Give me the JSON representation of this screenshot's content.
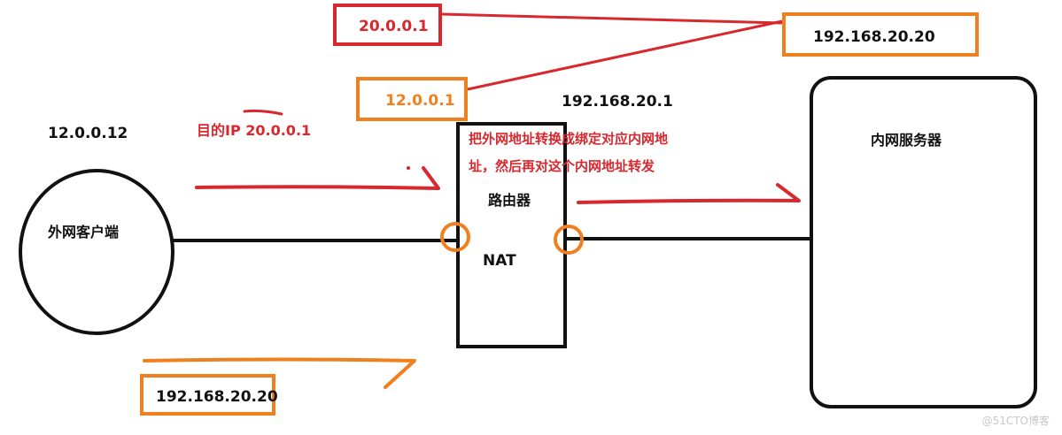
{
  "colors": {
    "black": "#111111",
    "red": "#d8282e",
    "orange": "#f07f1e",
    "watermark": "#c8c8c8"
  },
  "labels": {
    "client_ip": "12.0.0.12",
    "client_name": "外网客户端",
    "dest_ip_note": "目的IP 20.0.0.1",
    "router_inner_ip": "192.168.20.1",
    "router_name": "路由器",
    "router_nat": "NAT",
    "translate_note_line1": "把外网地址转换成绑定对应内网地",
    "translate_note_line2": "址，然后再对这个内网地址转发",
    "server_name": "内网服务器"
  },
  "mapping_boxes": {
    "public_ip": "20.0.0.1",
    "server_private_ip": "192.168.20.20",
    "client_public_ip": "12.0.0.1",
    "return_ip": "192.168.20.20"
  },
  "watermark": "@51CTO博客"
}
